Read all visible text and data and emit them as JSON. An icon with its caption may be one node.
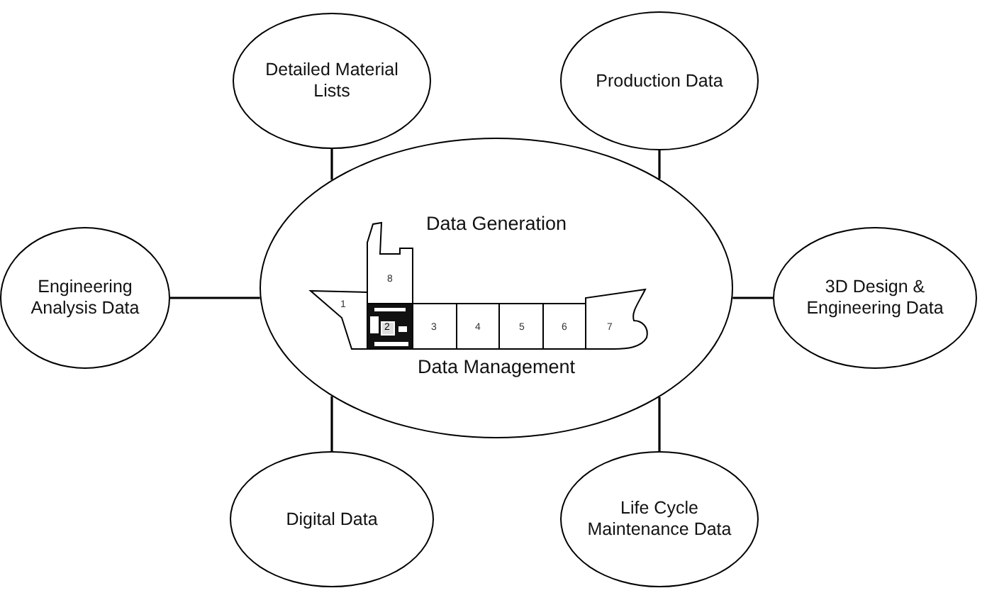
{
  "diagram": {
    "nodes": [
      {
        "text": [
          "Data Generation",
          "Data Management"
        ]
      },
      {
        "text": [
          "Detailed Material Lists"
        ]
      },
      {
        "text": [
          "Production Data"
        ]
      },
      {
        "text": [
          "Engineering Analysis Data"
        ]
      },
      {
        "text": [
          "3D Design & Engineering Data"
        ]
      },
      {
        "text": [
          "Digital Data"
        ]
      },
      {
        "text": [
          "Life Cycle Maintenance Data"
        ]
      }
    ],
    "edges": [
      {
        "from": 1,
        "to": 0,
        "arrow": "none"
      },
      {
        "from": 2,
        "to": 0,
        "arrow": "none"
      },
      {
        "from": 3,
        "to": 0,
        "arrow": "none"
      },
      {
        "from": 4,
        "to": 0,
        "arrow": "none"
      },
      {
        "from": 5,
        "to": 0,
        "arrow": "none"
      },
      {
        "from": 6,
        "to": 0,
        "arrow": "none"
      }
    ],
    "labels": [
      "8",
      "1",
      "2",
      "3",
      "4",
      "5",
      "6",
      "7"
    ]
  }
}
